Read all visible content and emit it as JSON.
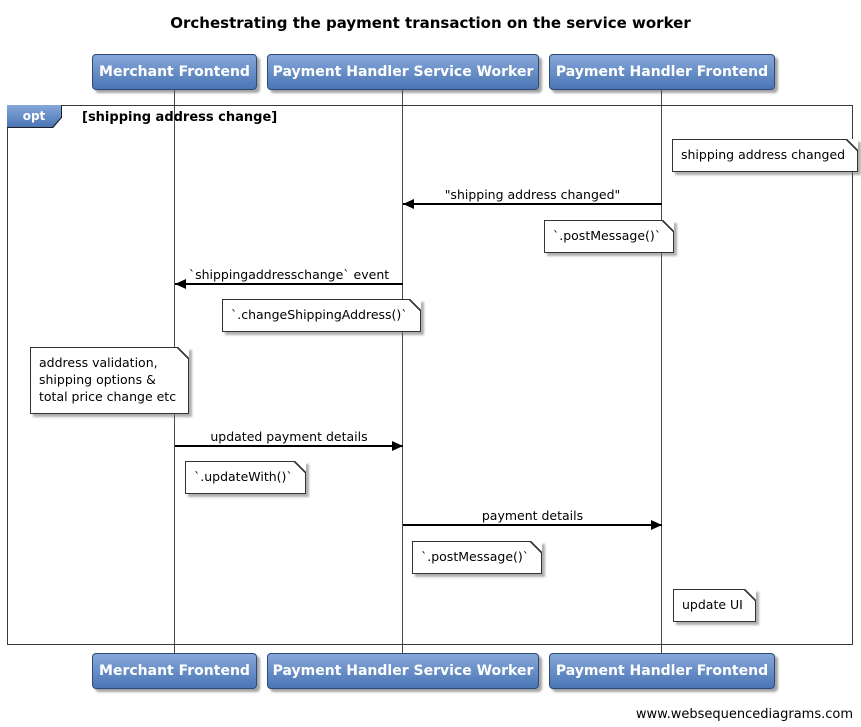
{
  "title": "Orchestrating the payment transaction on the service worker",
  "actors": [
    {
      "label": "Merchant Frontend"
    },
    {
      "label": "Payment Handler Service Worker"
    },
    {
      "label": "Payment Handler Frontend"
    }
  ],
  "opt_frame": {
    "tab_label": "opt",
    "condition": "[shipping address change]"
  },
  "messages": [
    {
      "from": "Payment Handler Frontend",
      "to": "Payment Handler Service Worker",
      "direction": "left",
      "label": "\"shipping address changed\""
    },
    {
      "from": "Payment Handler Service Worker",
      "to": "Merchant Frontend",
      "direction": "left",
      "label": "`shippingaddresschange` event"
    },
    {
      "from": "Merchant Frontend",
      "to": "Payment Handler Service Worker",
      "direction": "right",
      "label": "updated payment details"
    },
    {
      "from": "Payment Handler Service Worker",
      "to": "Payment Handler Frontend",
      "direction": "right",
      "label": "payment details"
    }
  ],
  "notes": [
    {
      "text": "shipping address changed"
    },
    {
      "text": "`.postMessage()`"
    },
    {
      "text": "`.changeShippingAddress()`"
    },
    {
      "text": "address validation,\nshipping options &\ntotal price change etc"
    },
    {
      "text": "`.updateWith()`"
    },
    {
      "text": "`.postMessage()`"
    },
    {
      "text": "update UI"
    }
  ],
  "watermark": "www.websequencediagrams.com",
  "colors": {
    "actor_gradient_top": "#86a7d9",
    "actor_gradient_bottom": "#4a76b5",
    "actor_border": "#2d4a76",
    "note_background": "#ffffff",
    "note_border": "#333333",
    "arrow": "#000000"
  }
}
